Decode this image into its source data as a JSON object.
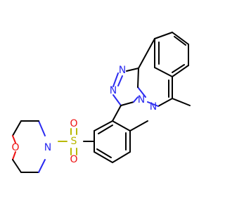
{
  "molecule": {
    "colors": {
      "carbon_bond": "#000000",
      "nitrogen": "#2a2af0",
      "oxygen": "#ee1111",
      "sulfur": "#b8b800"
    },
    "atom_labels": {
      "n_triazole_top": "N",
      "n_triazole_left": "N",
      "n_bridge": "N",
      "n_ring_right": "N",
      "s_sulfonyl": "S",
      "o_sulfonyl_top": "O",
      "o_sulfonyl_bottom": "O",
      "n_morpholine": "N",
      "o_morpholine": "O"
    }
  }
}
